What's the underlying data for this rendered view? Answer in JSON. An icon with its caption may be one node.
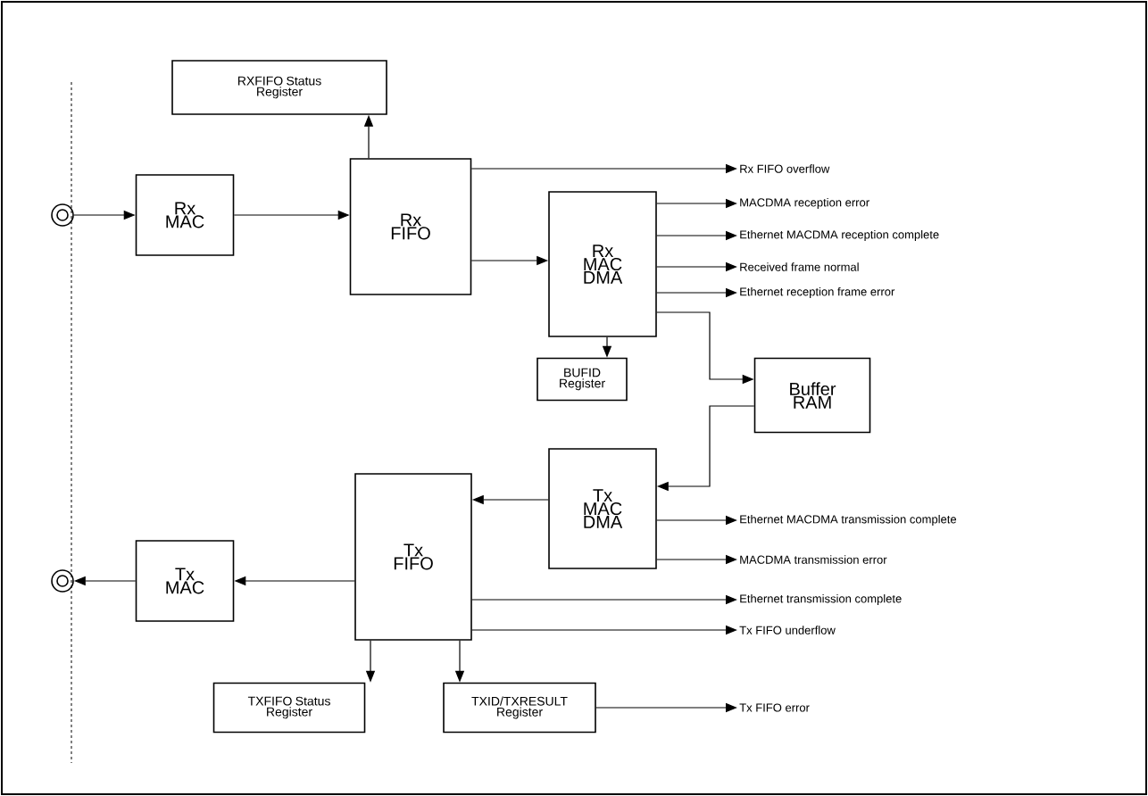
{
  "diagram": {
    "nodes": [
      {
        "text": [
          "RXFIFO Status Register"
        ]
      },
      {
        "text": [
          "Rx MAC"
        ]
      },
      {
        "text": [
          "Rx FIFO"
        ]
      },
      {
        "text": [
          "Rx MAC DMA"
        ]
      },
      {
        "text": [
          "BUFID Register"
        ]
      },
      {
        "text": [
          "Buffer RAM"
        ]
      },
      {
        "text": [
          "Tx MAC DMA"
        ]
      },
      {
        "text": [
          "Tx FIFO"
        ]
      },
      {
        "text": [
          "Tx MAC"
        ]
      },
      {
        "text": [
          "TXFIFO Status Register"
        ]
      },
      {
        "text": [
          "TXID/TXRESULT Register"
        ]
      },
      {
        "text": [],
        "shape": "circle"
      },
      {
        "text": [],
        "shape": "circle"
      },
      {
        "text": [
          "Rx FIFO overflow"
        ]
      },
      {
        "text": [
          "MACDMA reception error"
        ]
      },
      {
        "text": [
          "Ethernet MACDMA reception complete"
        ]
      },
      {
        "text": [
          "Received frame normal"
        ]
      },
      {
        "text": [
          "Ethernet reception frame error"
        ]
      },
      {
        "text": [
          "Ethernet MACDMA transmission complete"
        ]
      },
      {
        "text": [
          "MACDMA transmission error"
        ]
      },
      {
        "text": [
          "Ethernet transmission complete"
        ]
      },
      {
        "text": [
          "Tx FIFO underflow"
        ]
      },
      {
        "text": [
          "Tx FIFO error"
        ]
      }
    ],
    "edges": [
      {
        "from": 11,
        "to": 1,
        "arrow": "to"
      },
      {
        "from": 1,
        "to": 2,
        "arrow": "to"
      },
      {
        "from": 2,
        "to": 0,
        "arrow": "to"
      },
      {
        "from": 2,
        "to": 13,
        "arrow": "to"
      },
      {
        "from": 2,
        "to": 3,
        "arrow": "to"
      },
      {
        "from": 3,
        "to": 14,
        "arrow": "to"
      },
      {
        "from": 3,
        "to": 15,
        "arrow": "to"
      },
      {
        "from": 3,
        "to": 16,
        "arrow": "to"
      },
      {
        "from": 3,
        "to": 17,
        "arrow": "to"
      },
      {
        "from": 3,
        "to": 4,
        "arrow": "to"
      },
      {
        "from": 3,
        "to": 5,
        "arrow": "to"
      },
      {
        "from": 5,
        "to": 6,
        "arrow": "to"
      },
      {
        "from": 6,
        "to": 7,
        "arrow": "to"
      },
      {
        "from": 6,
        "to": 18,
        "arrow": "to"
      },
      {
        "from": 6,
        "to": 19,
        "arrow": "to"
      },
      {
        "from": 7,
        "to": 20,
        "arrow": "to"
      },
      {
        "from": 7,
        "to": 21,
        "arrow": "to"
      },
      {
        "from": 7,
        "to": 8,
        "arrow": "to"
      },
      {
        "from": 8,
        "to": 12,
        "arrow": "to"
      },
      {
        "from": 7,
        "to": 9,
        "arrow": "to"
      },
      {
        "from": 7,
        "to": 10,
        "arrow": "to"
      },
      {
        "from": 10,
        "to": 22,
        "arrow": "to"
      }
    ]
  }
}
